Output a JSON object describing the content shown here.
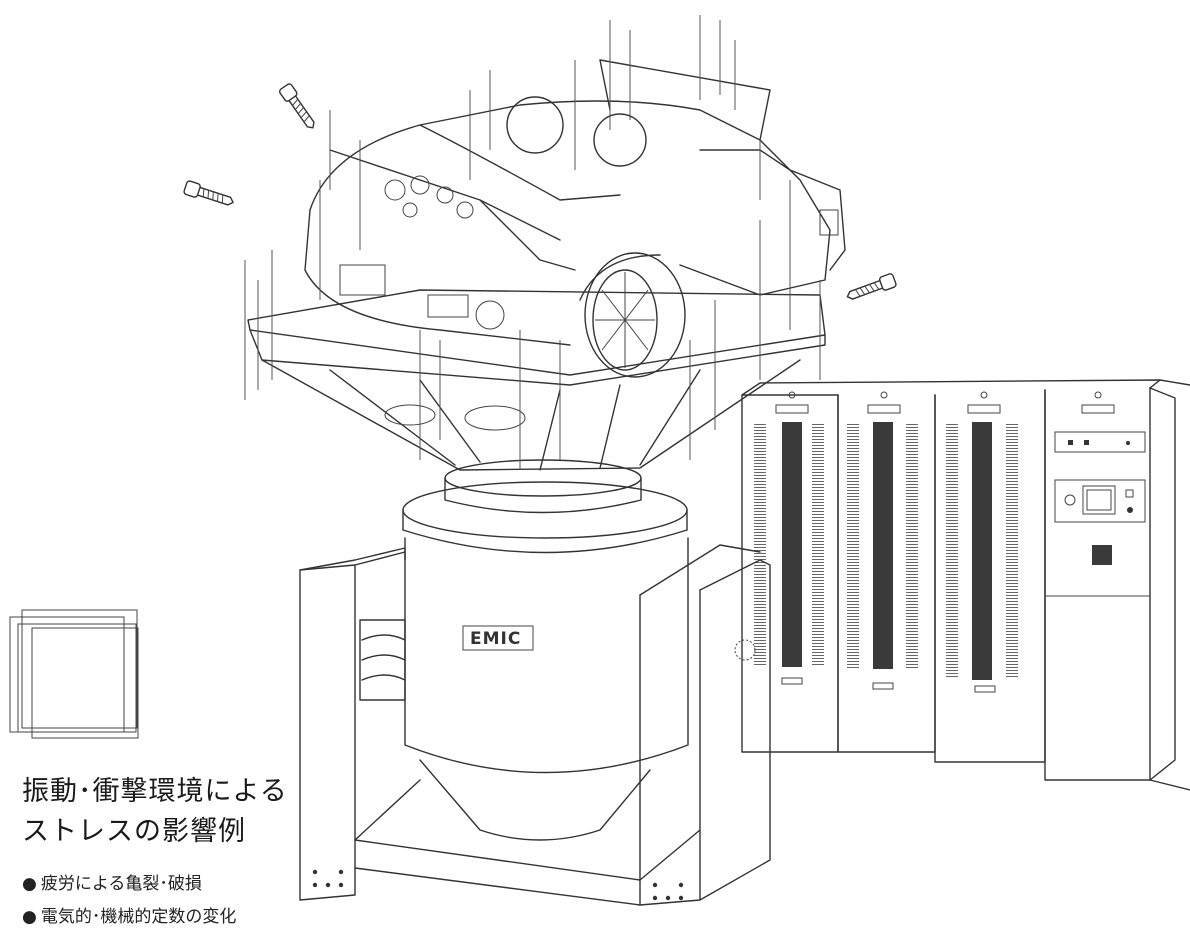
{
  "logo": {
    "text": "EMIC"
  },
  "heading": {
    "line1": "振動･衝撃環境による",
    "line2": "ストレスの影響例"
  },
  "bullets": [
    {
      "text": "疲労による亀裂･破損"
    },
    {
      "text": "電気的･機械的定数の変化"
    }
  ],
  "colors": {
    "line": "#333333",
    "background": "#ffffff",
    "text": "#1a1a1a"
  }
}
